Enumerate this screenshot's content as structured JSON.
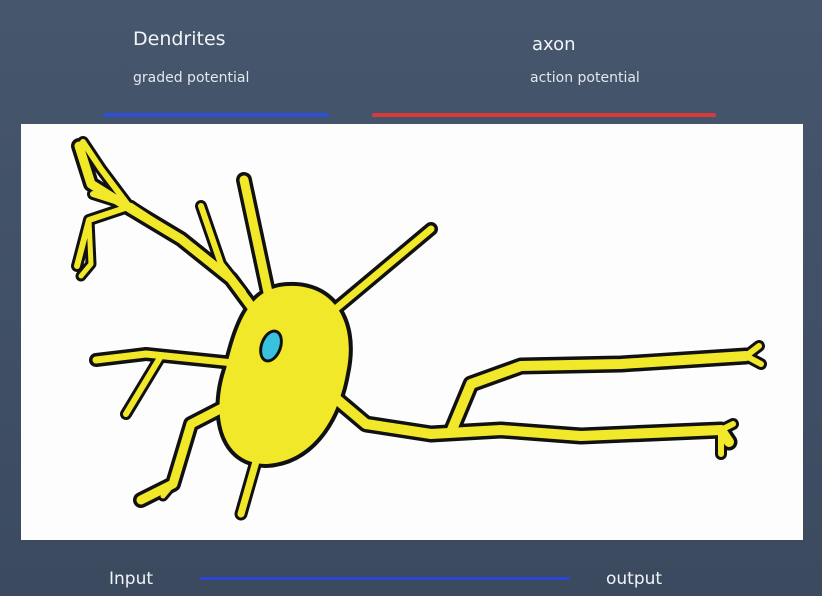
{
  "header": {
    "dendrites_title": "Dendrites",
    "dendrites_sub": "graded potential",
    "axon_title": "axon",
    "axon_sub": "action potential"
  },
  "footer": {
    "input_label": "Input",
    "output_label": "output"
  },
  "colors": {
    "dendrite_bar": "#2f4fd6",
    "axon_bar": "#d83a3a",
    "io_bar": "#2a45d8",
    "neuron_fill": "#f2e82a",
    "neuron_outline": "#111111",
    "nucleus": "#38c2de"
  }
}
